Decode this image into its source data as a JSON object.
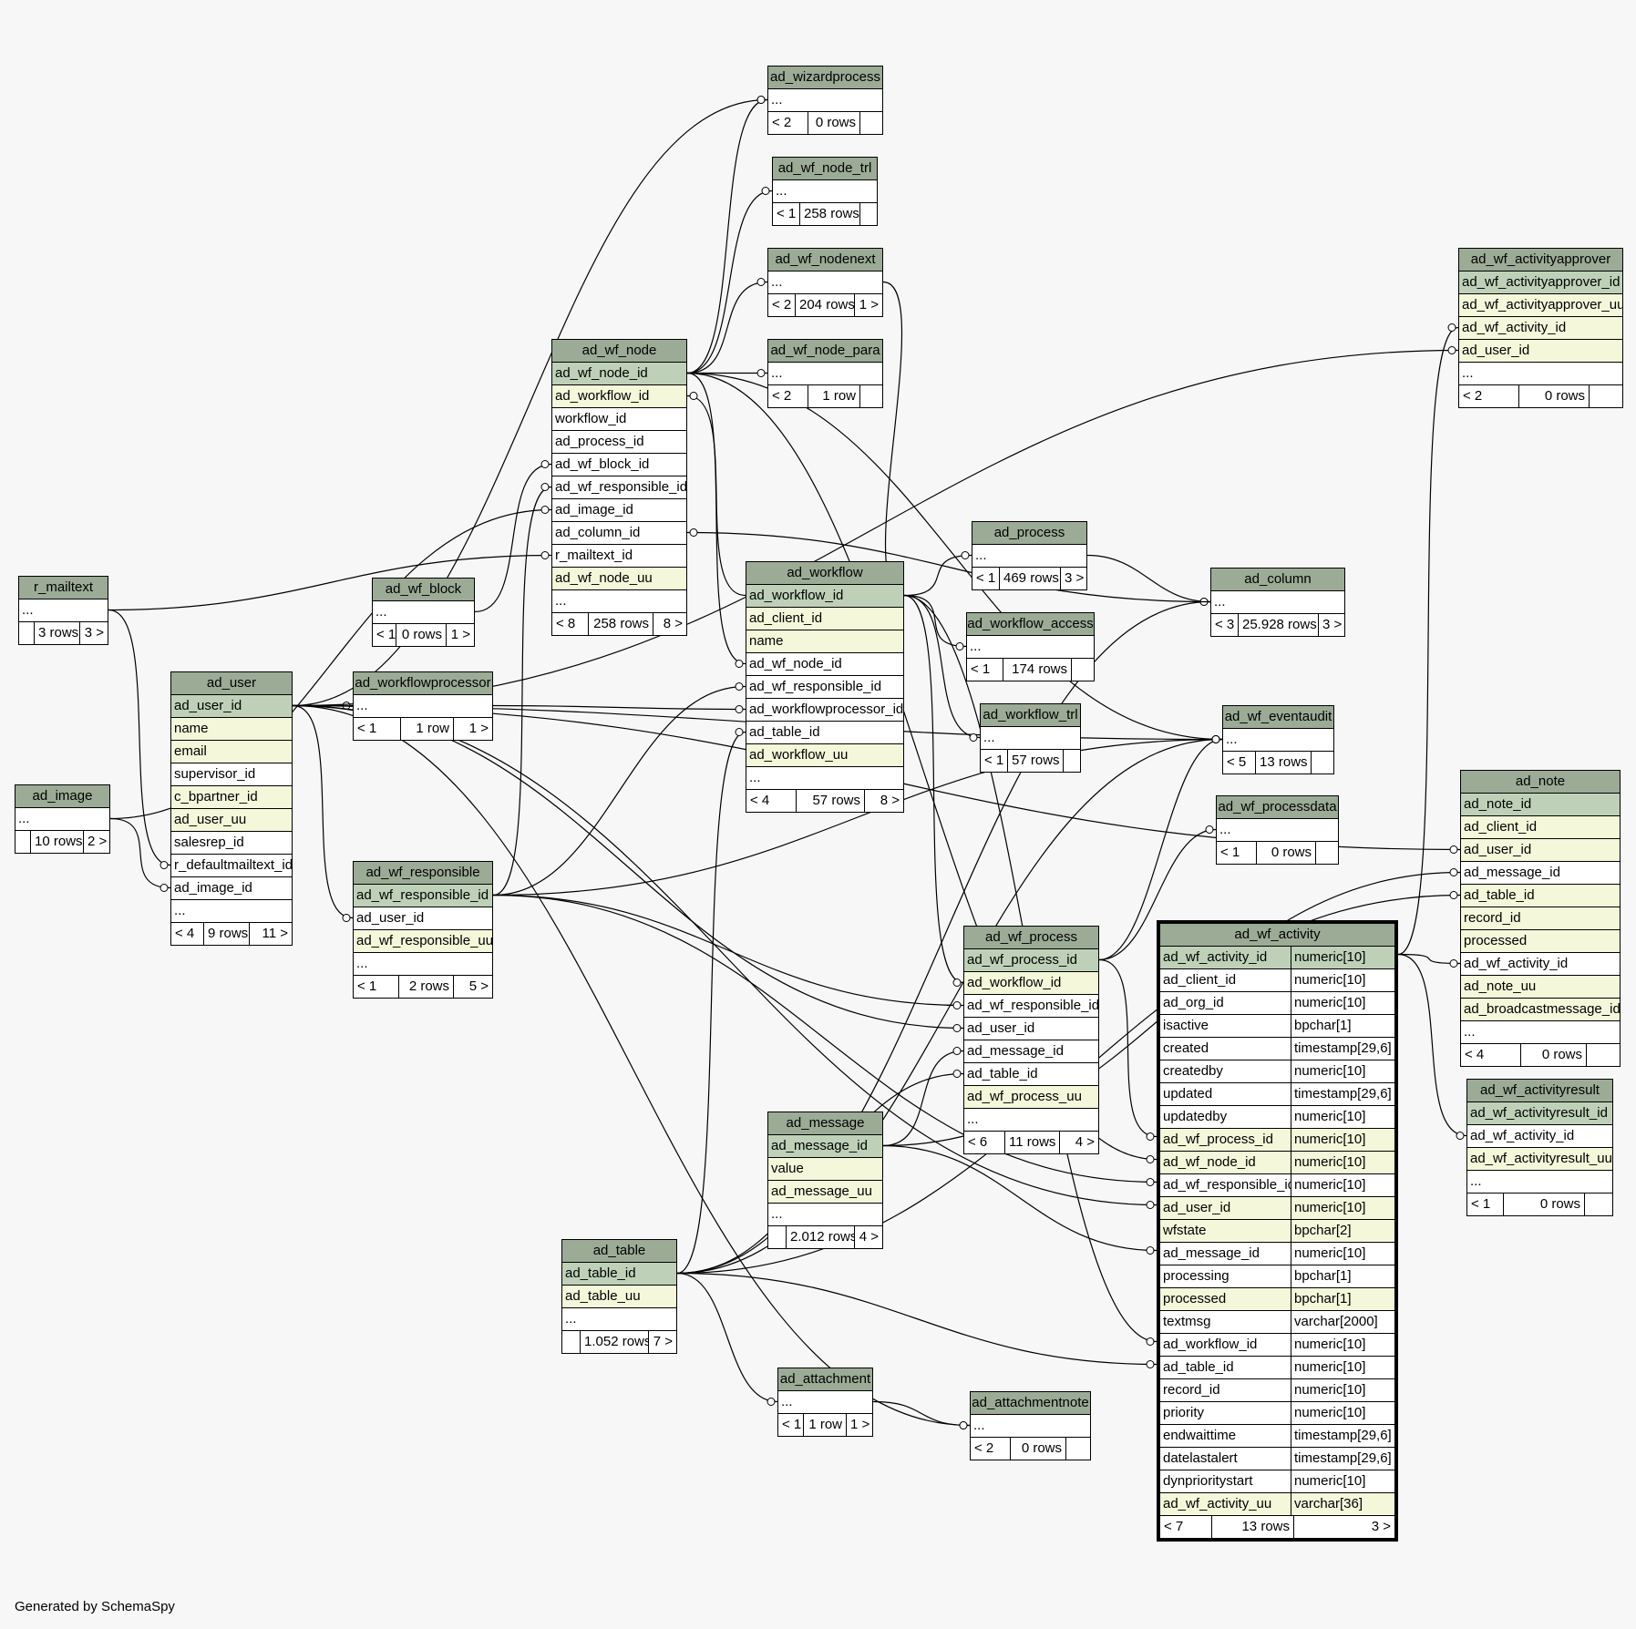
{
  "footer": "Generated by SchemaSpy",
  "tables": {
    "r_mailtext": {
      "name": "r_mailtext",
      "columns": [
        {
          "n": "...",
          "k": ""
        }
      ],
      "footer": [
        "",
        "3 rows",
        "3 >"
      ]
    },
    "ad_image": {
      "name": "ad_image",
      "columns": [
        {
          "n": "...",
          "k": ""
        }
      ],
      "footer": [
        "",
        "10 rows",
        "2 >"
      ]
    },
    "ad_user": {
      "name": "ad_user",
      "columns": [
        {
          "n": "ad_user_id",
          "k": "pk"
        },
        {
          "n": "name",
          "k": "fk"
        },
        {
          "n": "email",
          "k": "fk"
        },
        {
          "n": "supervisor_id",
          "k": ""
        },
        {
          "n": "c_bpartner_id",
          "k": "fk"
        },
        {
          "n": "ad_user_uu",
          "k": "fk"
        },
        {
          "n": "salesrep_id",
          "k": ""
        },
        {
          "n": "r_defaultmailtext_id",
          "k": ""
        },
        {
          "n": "ad_image_id",
          "k": ""
        },
        {
          "n": "...",
          "k": ""
        }
      ],
      "footer": [
        "< 4",
        "9 rows",
        "11 >"
      ]
    },
    "ad_wf_block": {
      "name": "ad_wf_block",
      "columns": [
        {
          "n": "...",
          "k": ""
        }
      ],
      "footer": [
        "< 1",
        "0 rows",
        "1 >"
      ]
    },
    "ad_workflowprocessor": {
      "name": "ad_workflowprocessor",
      "columns": [
        {
          "n": "...",
          "k": ""
        }
      ],
      "footer": [
        "< 1",
        "1 row",
        "1 >"
      ]
    },
    "ad_wf_responsible": {
      "name": "ad_wf_responsible",
      "columns": [
        {
          "n": "ad_wf_responsible_id",
          "k": "pk"
        },
        {
          "n": "ad_user_id",
          "k": ""
        },
        {
          "n": "ad_wf_responsible_uu",
          "k": "fk"
        },
        {
          "n": "...",
          "k": ""
        }
      ],
      "footer": [
        "< 1",
        "2 rows",
        "5 >"
      ]
    },
    "ad_wf_node": {
      "name": "ad_wf_node",
      "columns": [
        {
          "n": "ad_wf_node_id",
          "k": "pk"
        },
        {
          "n": "ad_workflow_id",
          "k": "fk"
        },
        {
          "n": "workflow_id",
          "k": ""
        },
        {
          "n": "ad_process_id",
          "k": ""
        },
        {
          "n": "ad_wf_block_id",
          "k": ""
        },
        {
          "n": "ad_wf_responsible_id",
          "k": ""
        },
        {
          "n": "ad_image_id",
          "k": ""
        },
        {
          "n": "ad_column_id",
          "k": ""
        },
        {
          "n": "r_mailtext_id",
          "k": ""
        },
        {
          "n": "ad_wf_node_uu",
          "k": "fk"
        },
        {
          "n": "...",
          "k": ""
        }
      ],
      "footer": [
        "< 8",
        "258 rows",
        "8 >"
      ]
    },
    "ad_table": {
      "name": "ad_table",
      "columns": [
        {
          "n": "ad_table_id",
          "k": "pk"
        },
        {
          "n": "ad_table_uu",
          "k": "fk"
        },
        {
          "n": "...",
          "k": ""
        }
      ],
      "footer": [
        "",
        "1.052 rows",
        "7 >"
      ]
    },
    "ad_wizardprocess": {
      "name": "ad_wizardprocess",
      "columns": [
        {
          "n": "...",
          "k": ""
        }
      ],
      "footer": [
        "< 2",
        "0 rows",
        ""
      ]
    },
    "ad_wf_node_trl": {
      "name": "ad_wf_node_trl",
      "columns": [
        {
          "n": "...",
          "k": ""
        }
      ],
      "footer": [
        "< 1",
        "258 rows",
        ""
      ]
    },
    "ad_wf_nodenext": {
      "name": "ad_wf_nodenext",
      "columns": [
        {
          "n": "...",
          "k": ""
        }
      ],
      "footer": [
        "< 2",
        "204 rows",
        "1 >"
      ]
    },
    "ad_wf_node_para": {
      "name": "ad_wf_node_para",
      "columns": [
        {
          "n": "...",
          "k": ""
        }
      ],
      "footer": [
        "< 2",
        "1 row",
        ""
      ]
    },
    "ad_workflow": {
      "name": "ad_workflow",
      "columns": [
        {
          "n": "ad_workflow_id",
          "k": "pk"
        },
        {
          "n": "ad_client_id",
          "k": "fk"
        },
        {
          "n": "name",
          "k": "fk"
        },
        {
          "n": "ad_wf_node_id",
          "k": ""
        },
        {
          "n": "ad_wf_responsible_id",
          "k": ""
        },
        {
          "n": "ad_workflowprocessor_id",
          "k": ""
        },
        {
          "n": "ad_table_id",
          "k": ""
        },
        {
          "n": "ad_workflow_uu",
          "k": "fk"
        },
        {
          "n": "...",
          "k": ""
        }
      ],
      "footer": [
        "< 4",
        "57 rows",
        "8 >"
      ]
    },
    "ad_message": {
      "name": "ad_message",
      "columns": [
        {
          "n": "ad_message_id",
          "k": "pk"
        },
        {
          "n": "value",
          "k": "fk"
        },
        {
          "n": "ad_message_uu",
          "k": "fk"
        },
        {
          "n": "...",
          "k": ""
        }
      ],
      "footer": [
        "",
        "2.012 rows",
        "4 >"
      ]
    },
    "ad_attachment": {
      "name": "ad_attachment",
      "columns": [
        {
          "n": "...",
          "k": ""
        }
      ],
      "footer": [
        "< 1",
        "1 row",
        "1 >"
      ]
    },
    "ad_process": {
      "name": "ad_process",
      "columns": [
        {
          "n": "...",
          "k": ""
        }
      ],
      "footer": [
        "< 1",
        "469 rows",
        "3 >"
      ]
    },
    "ad_workflow_access": {
      "name": "ad_workflow_access",
      "columns": [
        {
          "n": "...",
          "k": ""
        }
      ],
      "footer": [
        "< 1",
        "174 rows",
        ""
      ]
    },
    "ad_workflow_trl": {
      "name": "ad_workflow_trl",
      "columns": [
        {
          "n": "...",
          "k": ""
        }
      ],
      "footer": [
        "< 1",
        "57 rows",
        ""
      ]
    },
    "ad_wf_process": {
      "name": "ad_wf_process",
      "columns": [
        {
          "n": "ad_wf_process_id",
          "k": "pk"
        },
        {
          "n": "ad_workflow_id",
          "k": "fk"
        },
        {
          "n": "ad_wf_responsible_id",
          "k": ""
        },
        {
          "n": "ad_user_id",
          "k": ""
        },
        {
          "n": "ad_message_id",
          "k": ""
        },
        {
          "n": "ad_table_id",
          "k": ""
        },
        {
          "n": "ad_wf_process_uu",
          "k": "fk"
        },
        {
          "n": "...",
          "k": ""
        }
      ],
      "footer": [
        "< 6",
        "11 rows",
        "4 >"
      ]
    },
    "ad_attachmentnote": {
      "name": "ad_attachmentnote",
      "columns": [
        {
          "n": "...",
          "k": ""
        }
      ],
      "footer": [
        "< 2",
        "0 rows",
        ""
      ]
    },
    "ad_column": {
      "name": "ad_column",
      "columns": [
        {
          "n": "...",
          "k": ""
        }
      ],
      "footer": [
        "< 3",
        "25.928 rows",
        "3 >"
      ]
    },
    "ad_wf_eventaudit": {
      "name": "ad_wf_eventaudit",
      "columns": [
        {
          "n": "...",
          "k": ""
        }
      ],
      "footer": [
        "< 5",
        "13 rows",
        ""
      ]
    },
    "ad_wf_processdata": {
      "name": "ad_wf_processdata",
      "columns": [
        {
          "n": "...",
          "k": ""
        }
      ],
      "footer": [
        "< 1",
        "0 rows",
        ""
      ]
    },
    "ad_wf_activity": {
      "name": "ad_wf_activity",
      "columns": [
        {
          "n": "ad_wf_activity_id",
          "t": "numeric[10]",
          "k": "pk"
        },
        {
          "n": "ad_client_id",
          "t": "numeric[10]",
          "k": ""
        },
        {
          "n": "ad_org_id",
          "t": "numeric[10]",
          "k": ""
        },
        {
          "n": "isactive",
          "t": "bpchar[1]",
          "k": ""
        },
        {
          "n": "created",
          "t": "timestamp[29,6]",
          "k": ""
        },
        {
          "n": "createdby",
          "t": "numeric[10]",
          "k": ""
        },
        {
          "n": "updated",
          "t": "timestamp[29,6]",
          "k": ""
        },
        {
          "n": "updatedby",
          "t": "numeric[10]",
          "k": ""
        },
        {
          "n": "ad_wf_process_id",
          "t": "numeric[10]",
          "k": "fk"
        },
        {
          "n": "ad_wf_node_id",
          "t": "numeric[10]",
          "k": "fk"
        },
        {
          "n": "ad_wf_responsible_id",
          "t": "numeric[10]",
          "k": ""
        },
        {
          "n": "ad_user_id",
          "t": "numeric[10]",
          "k": "fk"
        },
        {
          "n": "wfstate",
          "t": "bpchar[2]",
          "k": "fk"
        },
        {
          "n": "ad_message_id",
          "t": "numeric[10]",
          "k": ""
        },
        {
          "n": "processing",
          "t": "bpchar[1]",
          "k": ""
        },
        {
          "n": "processed",
          "t": "bpchar[1]",
          "k": "fk"
        },
        {
          "n": "textmsg",
          "t": "varchar[2000]",
          "k": ""
        },
        {
          "n": "ad_workflow_id",
          "t": "numeric[10]",
          "k": ""
        },
        {
          "n": "ad_table_id",
          "t": "numeric[10]",
          "k": ""
        },
        {
          "n": "record_id",
          "t": "numeric[10]",
          "k": ""
        },
        {
          "n": "priority",
          "t": "numeric[10]",
          "k": ""
        },
        {
          "n": "endwaittime",
          "t": "timestamp[29,6]",
          "k": ""
        },
        {
          "n": "datelastalert",
          "t": "timestamp[29,6]",
          "k": ""
        },
        {
          "n": "dynprioritystart",
          "t": "numeric[10]",
          "k": ""
        },
        {
          "n": "ad_wf_activity_uu",
          "t": "varchar[36]",
          "k": "fk"
        }
      ],
      "footer": [
        "< 7",
        "13 rows",
        "3 >"
      ]
    },
    "ad_wf_activityapprover": {
      "name": "ad_wf_activityapprover",
      "columns": [
        {
          "n": "ad_wf_activityapprover_id",
          "k": "pk"
        },
        {
          "n": "ad_wf_activityapprover_uu",
          "k": "fk"
        },
        {
          "n": "ad_wf_activity_id",
          "k": "fk"
        },
        {
          "n": "ad_user_id",
          "k": "fk"
        },
        {
          "n": "...",
          "k": ""
        }
      ],
      "footer": [
        "< 2",
        "0 rows",
        ""
      ]
    },
    "ad_note": {
      "name": "ad_note",
      "columns": [
        {
          "n": "ad_note_id",
          "k": "pk"
        },
        {
          "n": "ad_client_id",
          "k": "fk"
        },
        {
          "n": "ad_user_id",
          "k": "fk"
        },
        {
          "n": "ad_message_id",
          "k": ""
        },
        {
          "n": "ad_table_id",
          "k": "fk"
        },
        {
          "n": "record_id",
          "k": "fk"
        },
        {
          "n": "processed",
          "k": "fk"
        },
        {
          "n": "ad_wf_activity_id",
          "k": ""
        },
        {
          "n": "ad_note_uu",
          "k": "fk"
        },
        {
          "n": "ad_broadcastmessage_id",
          "k": "fk"
        },
        {
          "n": "...",
          "k": ""
        }
      ],
      "footer": [
        "< 4",
        "0 rows",
        ""
      ]
    },
    "ad_wf_activityresult": {
      "name": "ad_wf_activityresult",
      "columns": [
        {
          "n": "ad_wf_activityresult_id",
          "k": "pk"
        },
        {
          "n": "ad_wf_activity_id",
          "k": ""
        },
        {
          "n": "ad_wf_activityresult_uu",
          "k": "fk"
        },
        {
          "n": "...",
          "k": ""
        }
      ],
      "footer": [
        "< 1",
        "0 rows",
        ""
      ]
    }
  }
}
